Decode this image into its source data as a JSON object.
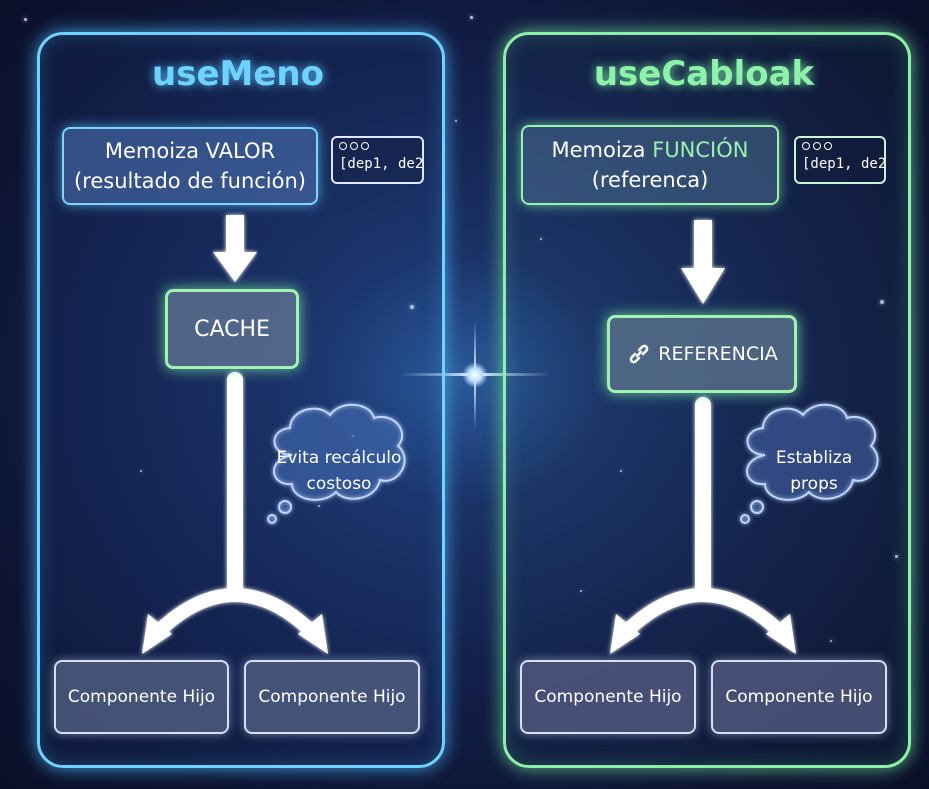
{
  "left": {
    "title": "useMeno",
    "memo_line1": "Memoiza VALOR",
    "memo_line2": "(resultado de función)",
    "code_snippet": "[dep1, de2",
    "cache_label": "CACHE",
    "bubble_line1": "Evita recálculo",
    "bubble_line2": "costoso",
    "children": [
      "Componente Hijo",
      "Componente Hijo"
    ],
    "accent": "#6fd2ff"
  },
  "right": {
    "title": "useCabloak",
    "memo_line1_prefix": "Memoiza ",
    "memo_line1_highlight": "FUNCIÓN",
    "memo_line2": "(referenca)",
    "code_snippet": "[dep1, de2",
    "ref_icon": "link-icon",
    "ref_label": "REFERENCIA",
    "bubble_line1": "Establiza",
    "bubble_line2": "props",
    "children": [
      "Componente Hijo",
      "Componente Hijo"
    ],
    "accent": "#8cf0a8"
  }
}
